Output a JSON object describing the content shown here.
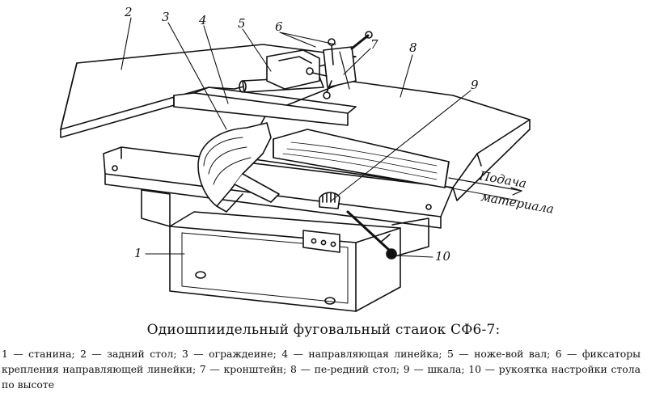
{
  "figure": {
    "callouts": {
      "c1": "1",
      "c2": "2",
      "c3": "3",
      "c4": "4",
      "c5": "5",
      "c6": "6",
      "c7": "7",
      "c8": "8",
      "c9": "9",
      "c10": "10"
    },
    "feed_label_line1": "Подача",
    "feed_label_line2": "материала"
  },
  "caption": {
    "title": "Одиошпиидельный фуговальный стаиок СФ6-7:",
    "legend": "1 — станина; 2 — задний стол; 3 — ограждеине; 4 — направляющая линейка; 5 — ноже-вой вал; 6 — фиксаторы крепления направляющей линейки; 7 — кронштейн; 8 — пе-редний стол; 9 — шкала; 10 — рукоятка настройки стола по высоте"
  },
  "colors": {
    "ink": "#111111",
    "paper": "#ffffff"
  }
}
